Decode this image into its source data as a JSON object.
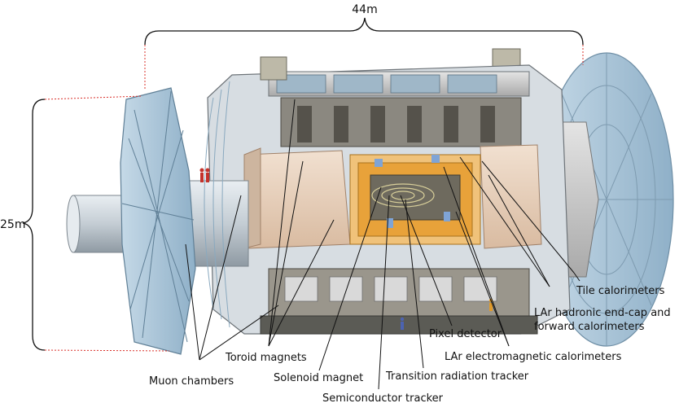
{
  "dimensions": {
    "length": "44m",
    "height": "25m"
  },
  "labels": {
    "tile_calorimeters": "Tile calorimeters",
    "lar_hadronic_line1": "LAr hadronic end-cap and",
    "lar_hadronic_line2": "forward calorimeters",
    "pixel_detector": "Pixel detector",
    "lar_em_calorimeters": "LAr electromagnetic calorimeters",
    "toroid_magnets": "Toroid magnets",
    "muon_chambers": "Muon chambers",
    "solenoid_magnet": "Solenoid magnet",
    "transition_radiation_tracker": "Transition radiation tracker",
    "semiconductor_tracker": "Semiconductor tracker"
  },
  "colors": {
    "dimension_dash": "#d9302a",
    "leader": "#111111",
    "muon_blue": "#a9c6da",
    "magnet_grey": "#c9c9c9",
    "calorimeter_orange": "#e8a23a",
    "calorimeter_peach": "#ead2bd",
    "beampipe": "#cfd6dc",
    "dark_structure": "#5b5b55"
  }
}
